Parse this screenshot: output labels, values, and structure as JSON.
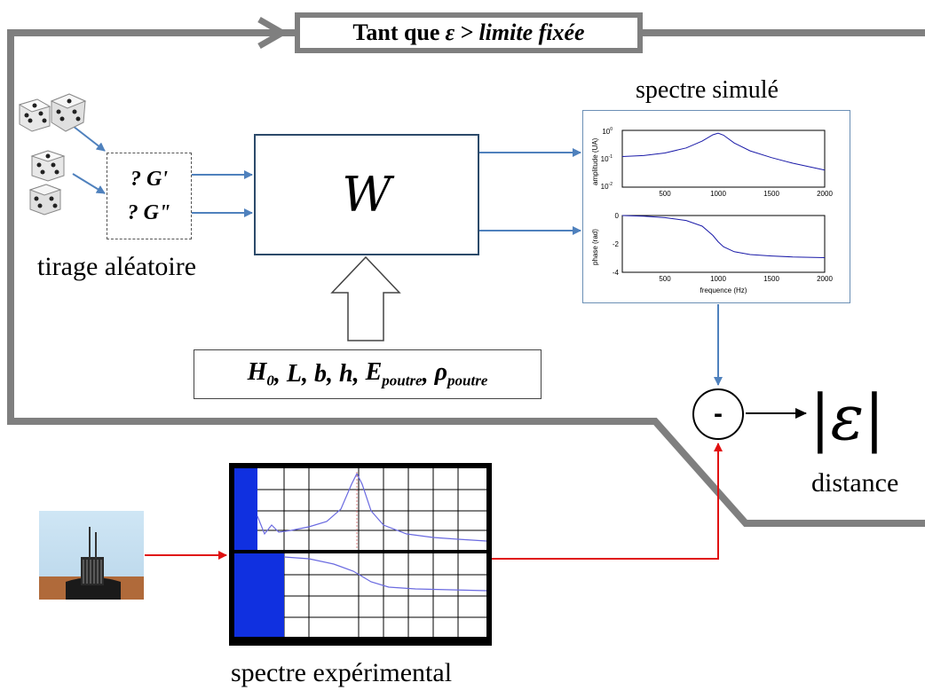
{
  "loop": {
    "prefix": "Tant que",
    "variable": "ε",
    "suffix": "> limite fixée"
  },
  "random_draw": {
    "params": [
      "? G'",
      "? G\""
    ],
    "label": "tirage aléatoire"
  },
  "model": {
    "symbol": "W"
  },
  "inputs": {
    "parts": [
      {
        "base": "H",
        "sub": "0"
      },
      {
        "base": "L",
        "sub": ""
      },
      {
        "base": "b",
        "sub": ""
      },
      {
        "base": "h",
        "sub": ""
      },
      {
        "base": "E",
        "sub": "poutre"
      },
      {
        "base": "ρ",
        "sub": "poutre"
      }
    ]
  },
  "simulated": {
    "label": "spectre simulé",
    "amp_ylabel": "amplitude (UA)",
    "amp_ticks": [
      "10",
      "10",
      "10"
    ],
    "amp_tick_exps": [
      "0",
      "-1",
      "-2"
    ],
    "phase_ylabel": "phase (rad)",
    "phase_ticks": [
      "0",
      "-2",
      "-4"
    ],
    "x_ticks": [
      "500",
      "1000",
      "1500",
      "2000"
    ],
    "xlabel": "frequence (Hz)"
  },
  "comparison": {
    "operator": "-",
    "result_left": "|",
    "result_symbol": "ε",
    "result_right": "|",
    "result_label": "distance"
  },
  "experimental": {
    "label": "spectre expérimental"
  },
  "chart_data": [
    {
      "type": "line",
      "title": "",
      "xlabel": "",
      "ylabel": "amplitude (UA)",
      "yscale": "log",
      "xlim": [
        100,
        2000
      ],
      "ylim": [
        0.01,
        1
      ],
      "x": [
        100,
        300,
        500,
        700,
        850,
        950,
        1000,
        1050,
        1150,
        1300,
        1500,
        1700,
        2000
      ],
      "series": [
        {
          "values": [
            0.12,
            0.13,
            0.16,
            0.24,
            0.42,
            0.7,
            0.8,
            0.68,
            0.36,
            0.19,
            0.11,
            0.07,
            0.04
          ]
        }
      ],
      "grid": false
    },
    {
      "type": "line",
      "title": "",
      "xlabel": "frequence (Hz)",
      "ylabel": "phase (rad)",
      "xlim": [
        100,
        2000
      ],
      "ylim": [
        -4,
        0
      ],
      "x": [
        100,
        300,
        500,
        700,
        850,
        950,
        1000,
        1050,
        1150,
        1300,
        1500,
        1700,
        2000
      ],
      "series": [
        {
          "values": [
            0,
            -0.05,
            -0.15,
            -0.35,
            -0.75,
            -1.4,
            -1.85,
            -2.2,
            -2.55,
            -2.75,
            -2.85,
            -2.92,
            -2.97
          ]
        }
      ],
      "grid": false
    }
  ]
}
